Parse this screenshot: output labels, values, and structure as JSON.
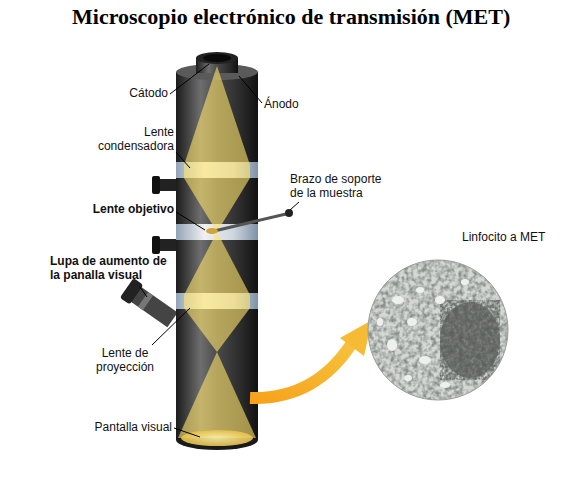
{
  "diagram": {
    "title": "Microscopio electrónico de transmisión (MET)",
    "labels": [
      "Cátodo",
      "Ánodo",
      "Lente condensadora",
      "Brazo de soporte de la muestra",
      "Lente objetivo",
      "Lupa de aumento de la panalla visual",
      "Lente de proyección",
      "Pantalla visual",
      "Linfocito a MET"
    ]
  }
}
